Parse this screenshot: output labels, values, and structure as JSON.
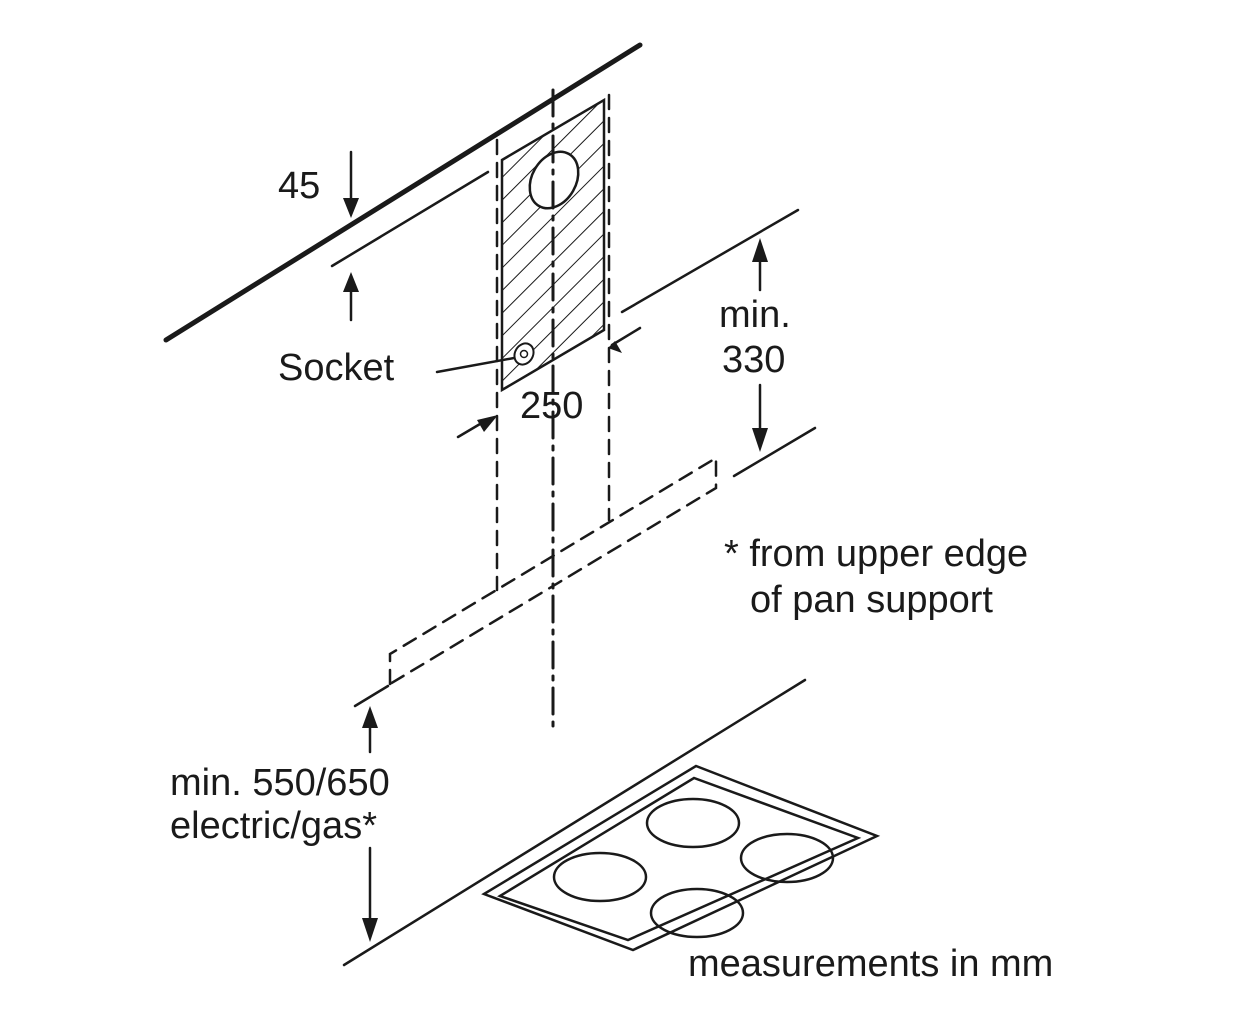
{
  "labels": {
    "top_offset": "45",
    "socket": "Socket",
    "width": "250",
    "clearance_top_line1": "min.",
    "clearance_top_line2": "330",
    "note_line1": "* from upper edge",
    "note_line2": "of pan support",
    "clearance_hob_line1": "min. 550/650",
    "clearance_hob_line2": "electric/gas*",
    "units_note": "measurements in mm"
  },
  "colors": {
    "line": "#1a1a1a",
    "background": "#ffffff"
  }
}
